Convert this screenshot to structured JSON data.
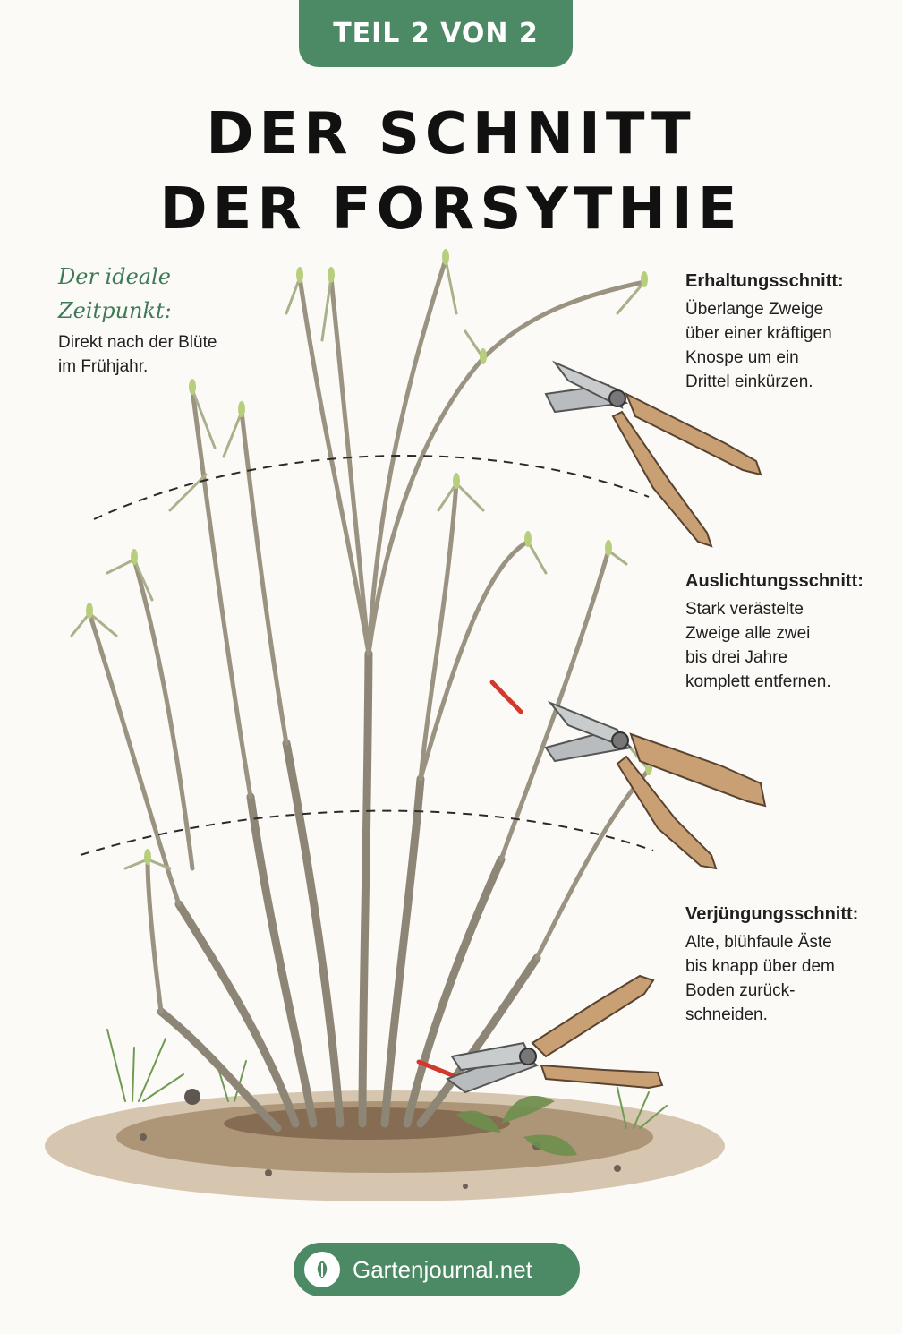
{
  "badge": {
    "label": "TEIL 2 VON 2"
  },
  "title": {
    "line1": "DER SCHNITT",
    "line2": "DER FORSYTHIE"
  },
  "timing": {
    "heading_line1": "Der ideale",
    "heading_line2": "Zeitpunkt:",
    "body_line1": "Direkt nach der Blüte",
    "body_line2": "im Frühjahr."
  },
  "cuts": [
    {
      "heading": "Erhaltungsschnitt:",
      "lines": [
        "Überlange Zweige",
        "über einer kräftigen",
        "Knospe um ein",
        "Drittel einkürzen."
      ]
    },
    {
      "heading": "Auslichtungsschnitt:",
      "lines": [
        "Stark verästelte",
        "Zweige alle zwei",
        "bis drei Jahre",
        "komplett entfernen."
      ]
    },
    {
      "heading": "Verjüngungsschnitt:",
      "lines": [
        "Alte, blühfaule Äste",
        "bis knapp über dem",
        "Boden zurück-",
        "schneiden."
      ]
    }
  ],
  "footer": {
    "label": "Gartenjournal.net"
  },
  "colors": {
    "brand_green": "#4b8a64",
    "script_green": "#3f7a56",
    "cut_mark": "#d2382b",
    "handle_wood": "#c9a073",
    "blade_metal": "#b9bcbe"
  },
  "icons": [
    "pruning-shears-icon",
    "leaf-logo-icon"
  ]
}
